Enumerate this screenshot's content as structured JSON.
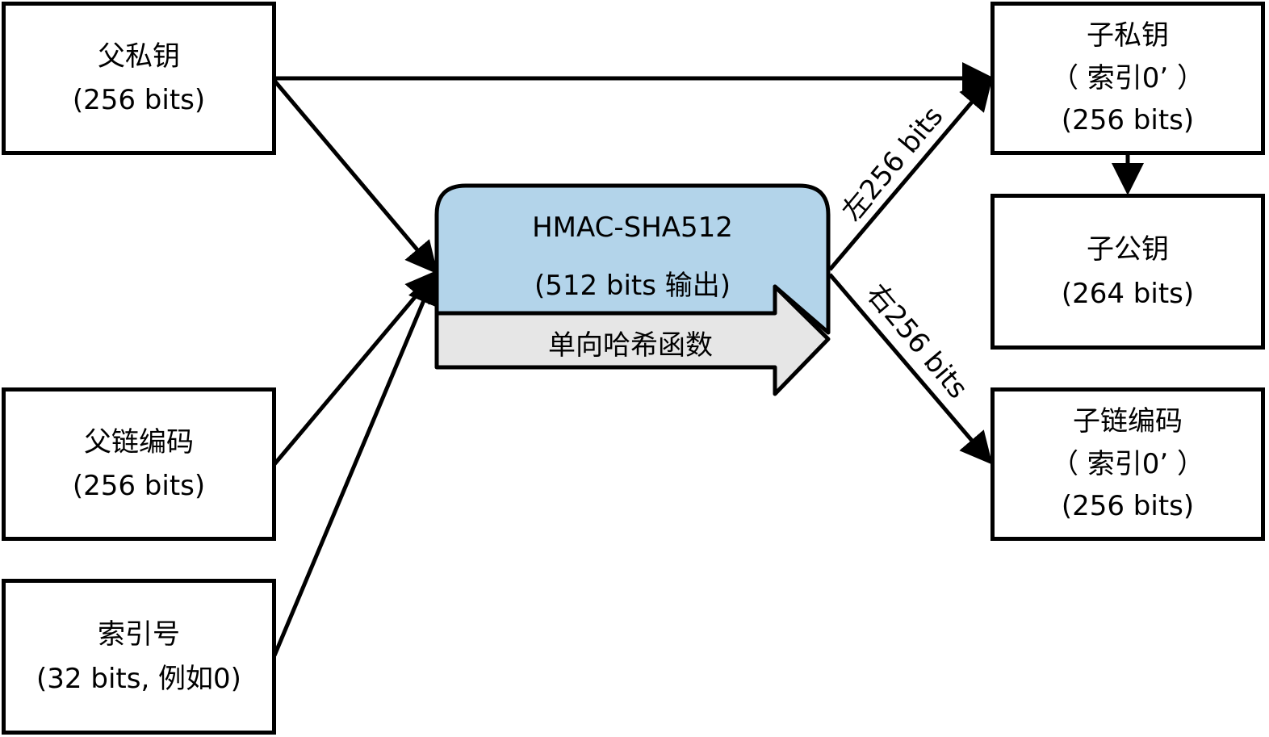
{
  "parent_private_key": {
    "name": "父私钥",
    "size": "(256 bits)"
  },
  "parent_chain_code": {
    "name": "父链编码",
    "size": "(256 bits)"
  },
  "index_number": {
    "name": "索引号",
    "size": "(32 bits, 例如0)"
  },
  "hmac": {
    "title": "HMAC-SHA512",
    "output": "(512 bits 输出)",
    "hash_label": "单向哈希函数"
  },
  "left_label": "左256 bits",
  "right_label": "右256 bits",
  "child_private_key": {
    "name": "子私钥",
    "index": "（ 索引0’ ）",
    "size": "(256 bits)"
  },
  "child_public_key": {
    "name": "子公钥",
    "size": "(264 bits)"
  },
  "child_chain_code": {
    "name": "子链编码",
    "index": "（ 索引0’ ）",
    "size": "(256 bits)"
  },
  "colors": {
    "hmac_fill": "#b3d4ea",
    "hash_arrow_fill": "#e6e6e6",
    "stroke": "#000000"
  }
}
